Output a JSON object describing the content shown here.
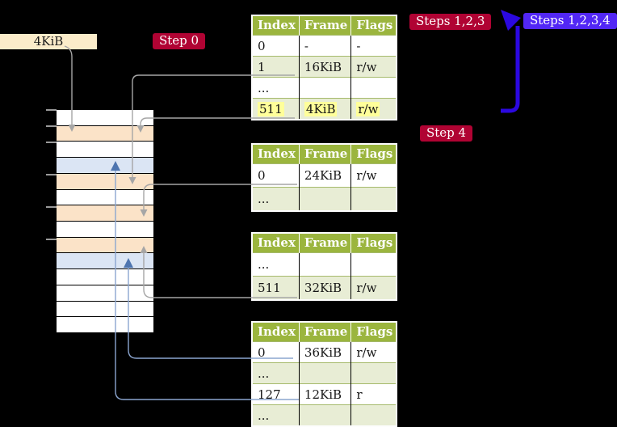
{
  "labels": {
    "size_box": "4KiB",
    "step_0": "Step 0",
    "steps_123": "Steps 1,2,3",
    "steps_1234": "Steps 1,2,3,4",
    "step_4": "Step 4"
  },
  "colors": {
    "background": "#000000",
    "table_header_bg": "#9bb53e",
    "table_row_alt_bg": "#e8edd5",
    "highlight_yellow": "#ffff9a",
    "red_label_bg": "#b00333",
    "blue_label_bg": "#5227f5",
    "big_arrow_blue": "#2b08e0",
    "memory_row_peach": "#fbe3c8",
    "memory_row_blue": "#dbe5f4",
    "gray_connector": "#a6a6a6",
    "steel_connector": "#8ba5cf",
    "steel_arrowhead": "#4e75b0",
    "size_box_bg": "#fbecca"
  },
  "tables": [
    {
      "id": "page-table-1",
      "headers": [
        "Index",
        "Frame",
        "Flags"
      ],
      "rows": [
        {
          "cells": [
            "0",
            "-",
            "-"
          ]
        },
        {
          "cells": [
            "1",
            "16KiB",
            "r/w"
          ]
        },
        {
          "cells": [
            "...",
            "",
            ""
          ]
        },
        {
          "cells": [
            "511",
            "4KiB",
            "r/w"
          ],
          "highlight": true
        }
      ]
    },
    {
      "id": "page-table-2",
      "headers": [
        "Index",
        "Frame",
        "Flags"
      ],
      "rows": [
        {
          "cells": [
            "0",
            "24KiB",
            "r/w"
          ]
        },
        {
          "cells": [
            "...",
            "",
            ""
          ]
        }
      ]
    },
    {
      "id": "page-table-3",
      "headers": [
        "Index",
        "Frame",
        "Flags"
      ],
      "rows": [
        {
          "cells": [
            "...",
            "",
            ""
          ]
        },
        {
          "cells": [
            "511",
            "32KiB",
            "r/w"
          ]
        }
      ]
    },
    {
      "id": "page-table-4",
      "headers": [
        "Index",
        "Frame",
        "Flags"
      ],
      "rows": [
        {
          "cells": [
            "0",
            "36KiB",
            "r/w"
          ]
        },
        {
          "cells": [
            "...",
            "",
            ""
          ]
        },
        {
          "cells": [
            "127",
            "12KiB",
            "r"
          ]
        },
        {
          "cells": [
            "...",
            "",
            ""
          ]
        }
      ]
    }
  ],
  "memory_strip": {
    "rows": [
      "white",
      "peach",
      "white",
      "blue",
      "peach",
      "white",
      "peach",
      "white",
      "peach",
      "blue",
      "white",
      "white",
      "white",
      "white"
    ]
  }
}
